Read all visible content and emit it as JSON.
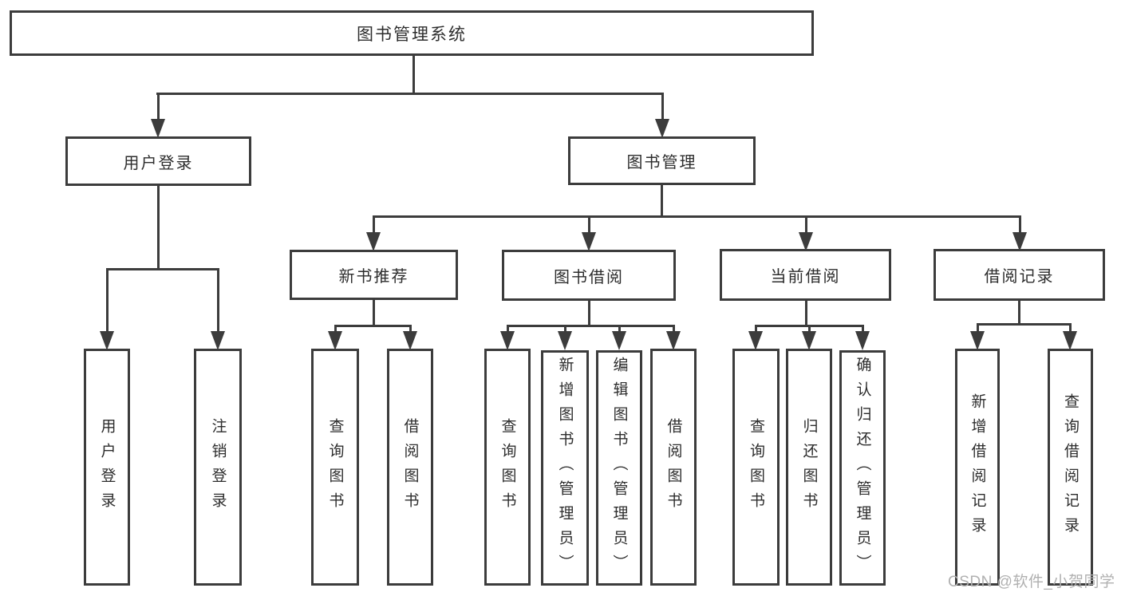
{
  "colors": {
    "line": "#3c3c3c",
    "text": "#2d2d2d",
    "background": "#ffffff",
    "watermark_color": "#b0b0b0"
  },
  "diagram": {
    "root_label": "图书管理系统",
    "level2": {
      "user_login": "用户登录",
      "book_mgmt": "图书管理"
    },
    "level3": {
      "new_book": "新书推荐",
      "book_borrow": "图书借阅",
      "current_borrow": "当前借阅",
      "borrow_records": "借阅记录"
    },
    "leaves": {
      "user_login": [
        "用户登录",
        "注销登录"
      ],
      "new_book": [
        "查询图书",
        "借阅图书"
      ],
      "book_borrow": [
        "查询图书",
        "新增图书（管理员）",
        "编辑图书（管理员）",
        "借阅图书"
      ],
      "current_borrow": [
        "查询图书",
        "归还图书",
        "确认归还（管理员）"
      ],
      "borrow_records": [
        "新增借阅记录",
        "查询借阅记录"
      ]
    }
  },
  "watermark": "CSDN @软件_小贺同学"
}
